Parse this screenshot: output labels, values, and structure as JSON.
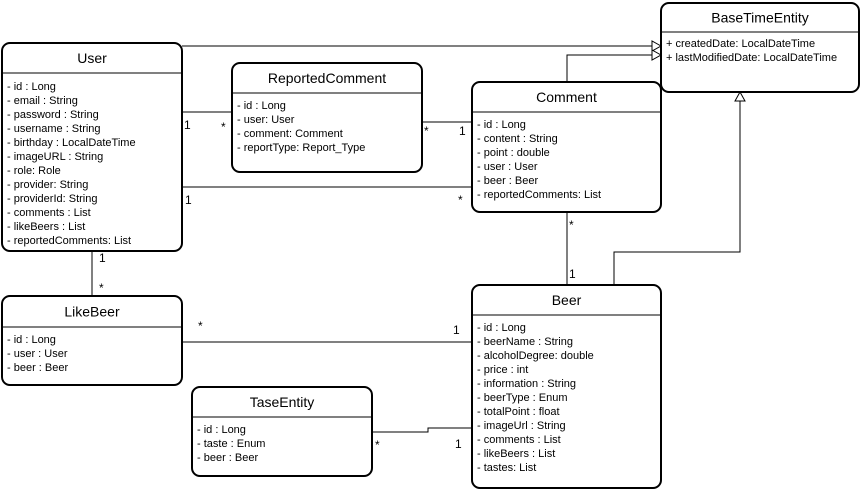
{
  "classes": {
    "base_time_entity": {
      "name": "BaseTimeEntity",
      "attributes": [
        "+ createdDate: LocalDateTime",
        "+ lastModifiedDate: LocalDateTime"
      ]
    },
    "user": {
      "name": "User",
      "attributes": [
        "- id : Long",
        "- email : String",
        "- password : String",
        "- username : String",
        "- birthday : LocalDateTime",
        "- imageURL : String",
        "- role: Role",
        "- provider: String",
        "- providerId: String",
        "- comments : List",
        "- likeBeers : List",
        "- reportedComments: List"
      ]
    },
    "reported_comment": {
      "name": "ReportedComment",
      "attributes": [
        "- id : Long",
        "- user: User",
        "- comment: Comment",
        "- reportType: Report_Type"
      ]
    },
    "comment": {
      "name": "Comment",
      "attributes": [
        "- id : Long",
        "- content : String",
        "- point : double",
        "- user : User",
        "- beer : Beer",
        "- reportedComments: List"
      ]
    },
    "like_beer": {
      "name": "LikeBeer",
      "attributes": [
        "- id : Long",
        "- user : User",
        "- beer : Beer"
      ]
    },
    "beer": {
      "name": "Beer",
      "attributes": [
        "- id : Long",
        "- beerName : String",
        "- alcoholDegree: double",
        "- price : int",
        "- information : String",
        "- beerType : Enum",
        "- totalPoint : float",
        "- imageUrl : String",
        "- comments : List",
        "- likeBeers : List",
        "- tastes: List"
      ]
    },
    "tase_entity": {
      "name": "TaseEntity",
      "attributes": [
        "- id : Long",
        "- taste : Enum",
        "- beer : Beer"
      ]
    }
  },
  "multiplicities": {
    "user_reported_one": "1",
    "user_reported_many": "*",
    "reported_comment_many": "*",
    "reported_comment_one": "1",
    "user_comment_one": "1",
    "user_comment_many": "*",
    "user_likebeer_one": "1",
    "user_likebeer_many": "*",
    "comment_beer_many": "*",
    "comment_beer_one": "1",
    "likebeer_beer_many": "*",
    "likebeer_beer_one": "1",
    "tase_beer_many": "*",
    "tase_beer_one": "1"
  }
}
